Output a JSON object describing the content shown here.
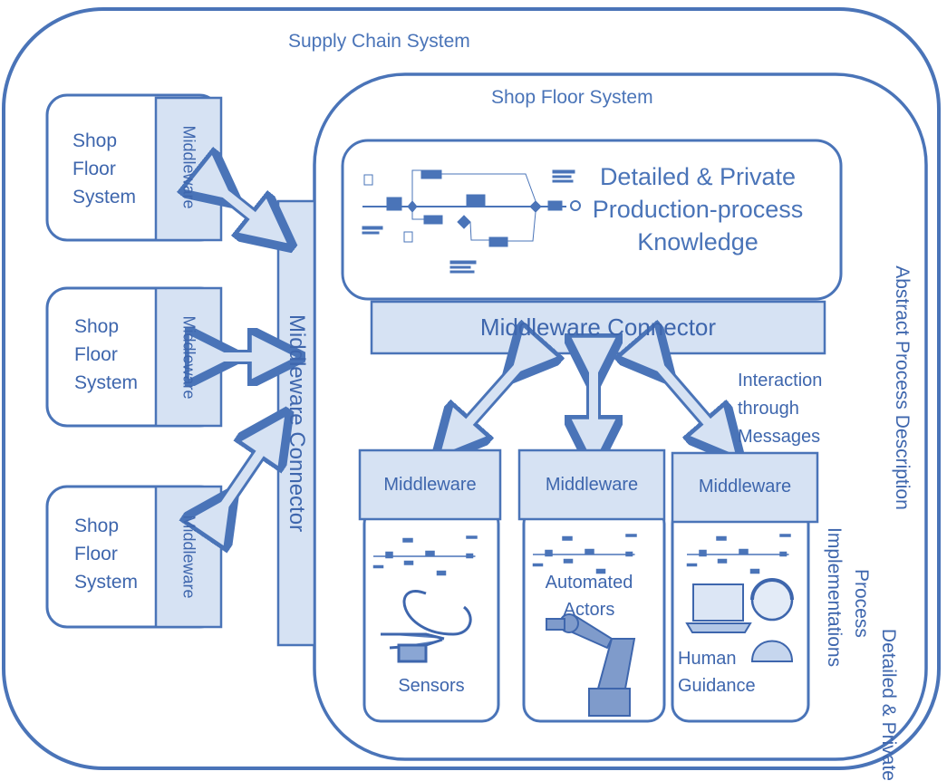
{
  "colors": {
    "stroke": "#4a74b8",
    "fill_light": "#d6e2f3",
    "fill_white": "#ffffff",
    "text": "#3e66ad"
  },
  "outer": {
    "title": "Supply Chain System"
  },
  "left_systems": [
    {
      "label_lines": [
        "Shop",
        "Floor",
        "System"
      ],
      "middleware": "Middleware"
    },
    {
      "label_lines": [
        "Shop",
        "Floor",
        "System"
      ],
      "middleware": "Middleware"
    },
    {
      "label_lines": [
        "Shop",
        "Floor",
        "System"
      ],
      "middleware": "Middleware"
    }
  ],
  "middleware_connector_vertical": "Middleware Connector",
  "inner": {
    "title": "Shop Floor System"
  },
  "knowledge": {
    "lines": [
      "Detailed & Private",
      "Production-process",
      "Knowledge"
    ]
  },
  "middleware_connector_horizontal": "Middleware Connector",
  "interaction": {
    "lines": [
      "Interaction",
      "through",
      "Messages"
    ]
  },
  "devices": [
    {
      "middleware": "Middleware",
      "label_lines": [
        "Sensors"
      ],
      "icon": "sensor-icon"
    },
    {
      "middleware": "Middleware",
      "label_lines": [
        "Automated",
        "Actors"
      ],
      "icon": "robot-arm-icon"
    },
    {
      "middleware": "Middleware",
      "label_lines": [
        "Human",
        "Guidance"
      ],
      "icon": "human-operator-icon"
    }
  ],
  "right_labels": {
    "abstract": "Abstract Process Description",
    "detailed_lines": [
      "Detailed & Private",
      "Process",
      "Implementations"
    ]
  }
}
